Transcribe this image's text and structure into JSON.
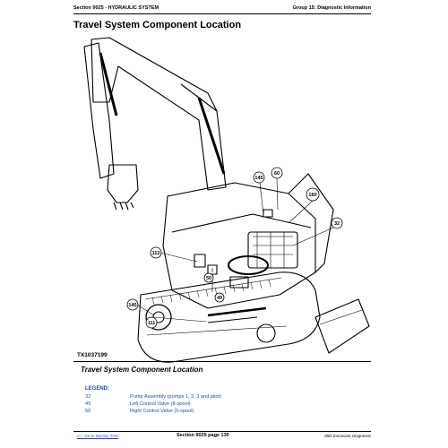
{
  "header": {
    "section_label": "Section 9025 - HYDRAULIC SYSTEM",
    "group_label": "Group 15: Diagnostic Information"
  },
  "page_title": "Travel System Component Location",
  "figure": {
    "id": "TX1037199",
    "caption": "Travel System Component Location",
    "callouts": [
      "60",
      "145",
      "160",
      "32",
      "112",
      "50",
      "140",
      "111",
      "49"
    ]
  },
  "legend": {
    "title": "LEGEND:",
    "items": [
      {
        "num": "32",
        "desc": "Pump Assembly (pumps 1, 2, 3 and pilot)"
      },
      {
        "num": "49",
        "desc": "Left Control Valve (8-spool)"
      },
      {
        "num": "50",
        "desc": "Right Control Valve (5-spool)"
      }
    ]
  },
  "footer": {
    "toc_link": "<--- Go to Section TOC",
    "page_label": "Section 9025 page 130",
    "manual_label": "85D Excavator Diagnostic"
  }
}
